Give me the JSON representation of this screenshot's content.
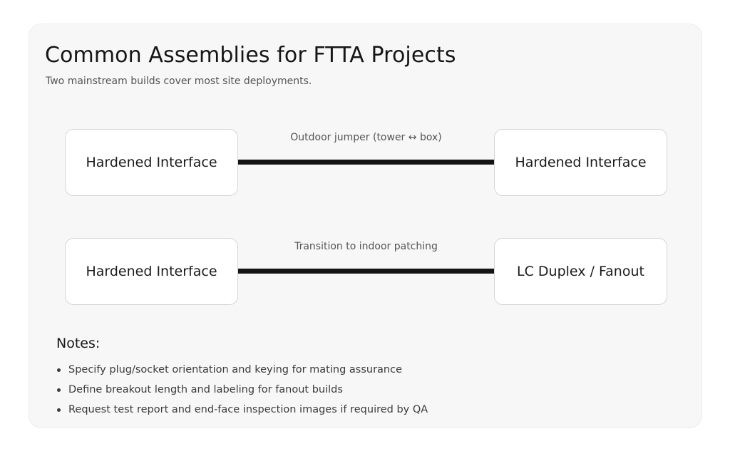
{
  "header": {
    "title": "Common Assemblies for FTTA Projects",
    "subtitle": "Two mainstream builds cover most site deployments."
  },
  "diagram": {
    "rows": [
      {
        "left_node": "Hardened Interface",
        "edge_label": "Outdoor jumper (tower ↔ box)",
        "right_node": "Hardened Interface"
      },
      {
        "left_node": "Hardened Interface",
        "edge_label": "Transition to indoor patching",
        "right_node": "LC Duplex / Fanout"
      }
    ]
  },
  "notes": {
    "heading": "Notes:",
    "items": [
      "Specify plug/socket orientation and keying for mating assurance",
      "Define breakout length and labeling for fanout builds",
      "Request test report and end-face inspection images if required by QA"
    ]
  },
  "colors": {
    "page_background": "#ffffff",
    "card_background": "#f7f7f7",
    "card_border": "#ececec",
    "node_background": "#ffffff",
    "node_border": "#d6d6d6",
    "connector": "#141414",
    "title_text": "#161616",
    "muted_text": "#555555",
    "note_text": "#3b3b3b"
  }
}
